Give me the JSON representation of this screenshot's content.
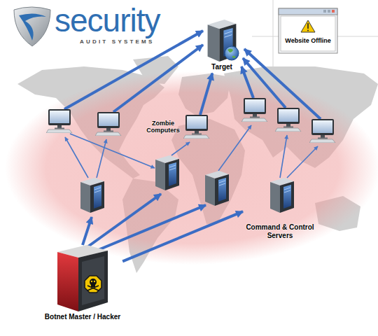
{
  "diagram": {
    "nodes": [
      {
        "text": [
          "Website Offline"
        ]
      },
      {
        "text": [
          "Target"
        ]
      },
      {
        "text": [
          "Zombie Computers"
        ]
      },
      {
        "text": [
          "Command & Control Servers"
        ]
      },
      {
        "text": [
          "Botnet Master / Hacker"
        ]
      }
    ],
    "edges": [
      {
        "from": 2,
        "to": 1,
        "arrow": "to"
      },
      {
        "from": 4,
        "to": 3,
        "arrow": "to"
      }
    ],
    "labels": [
      "security",
      "AUDIT SYSTEMS"
    ]
  }
}
